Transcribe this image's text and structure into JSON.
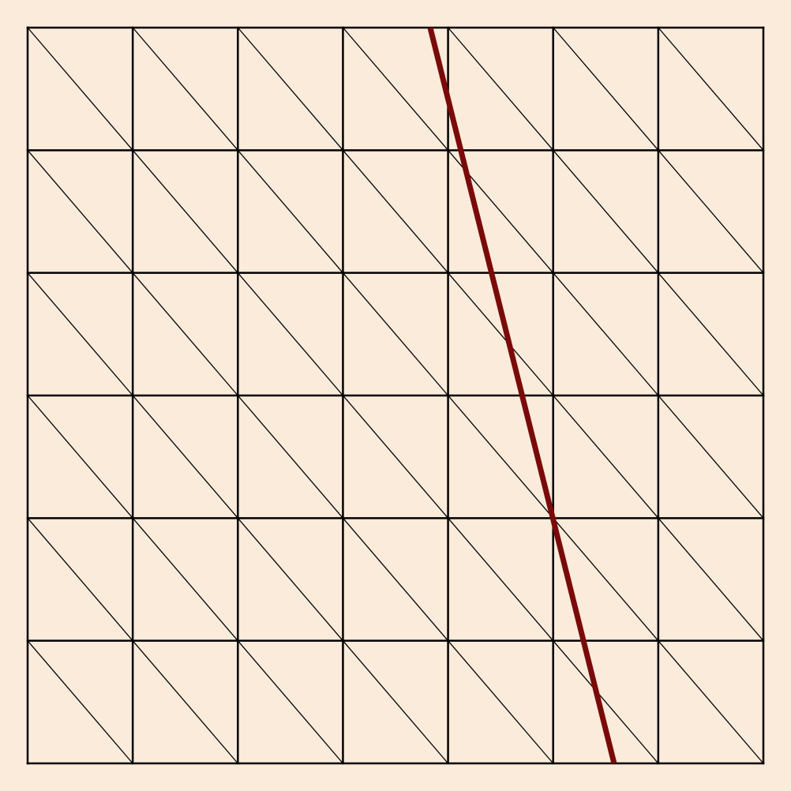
{
  "mesh": {
    "columns": 7,
    "rows": 6,
    "diagonal_direction": "top-left-to-bottom-right"
  },
  "cut_line": {
    "start": {
      "column_fraction": 3.83,
      "row_fraction": 0.0
    },
    "end": {
      "column_fraction": 5.58,
      "row_fraction": 6.0
    }
  },
  "colors": {
    "background": "#FAEBDB",
    "mesh_line": "#000000",
    "cut_line": "#7A0A0A"
  }
}
